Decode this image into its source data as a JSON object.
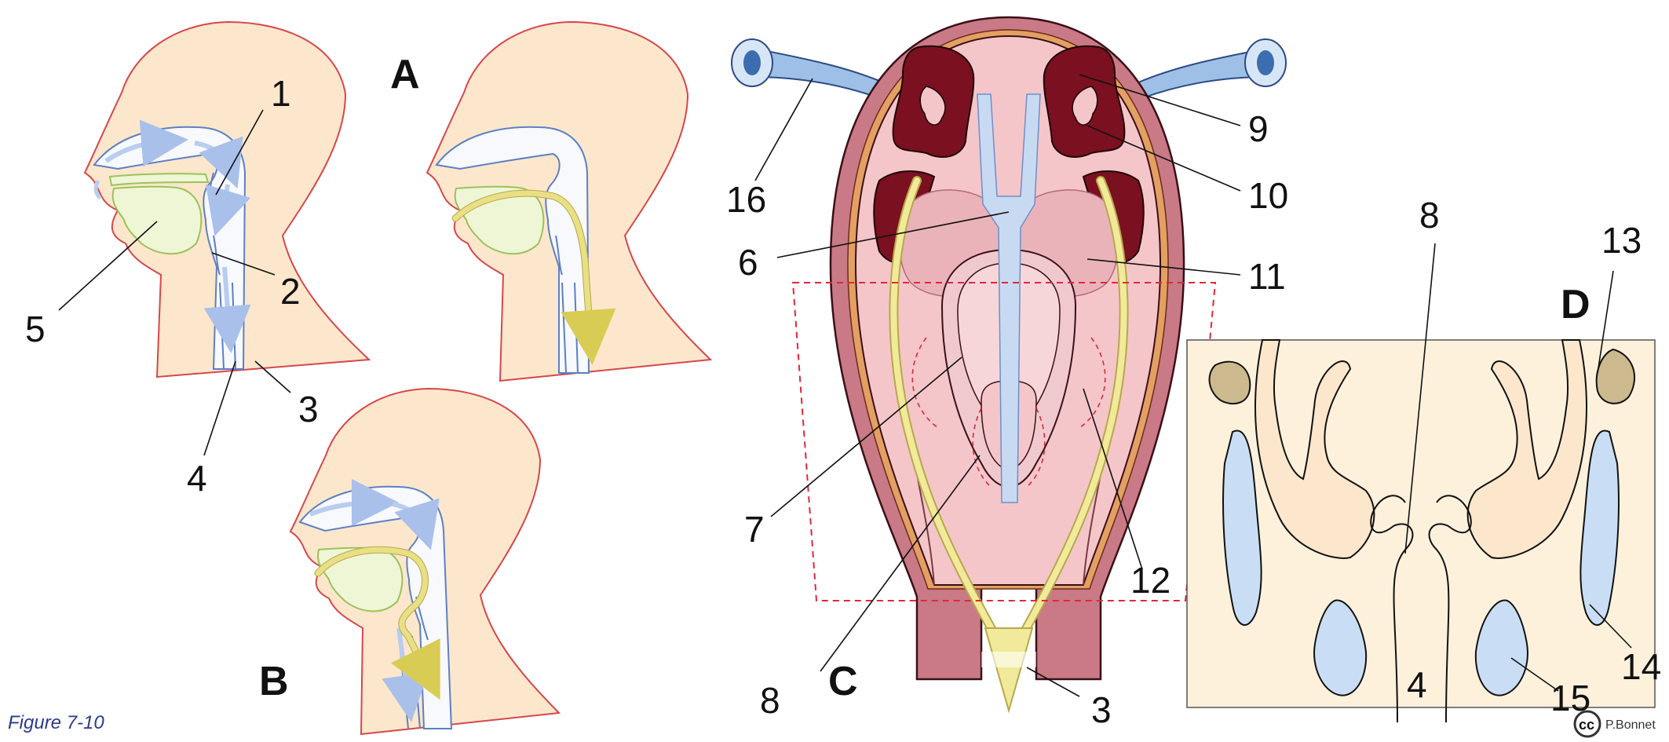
{
  "figure": {
    "caption": "Figure 7-10",
    "author": "P.Bonnet",
    "license_badge": "cc"
  },
  "panels": {
    "A": "A",
    "B": "B",
    "C": "C",
    "D": "D"
  },
  "labels": {
    "l1": "1",
    "l2": "2",
    "l3": "3",
    "l4": "4",
    "l5": "5",
    "l6": "6",
    "l7": "7",
    "l8": "8",
    "l9": "9",
    "l10": "10",
    "l11": "11",
    "l12": "12",
    "l13": "13",
    "l14": "14",
    "l15": "15",
    "l16": "16",
    "d8": "8",
    "c3": "3",
    "d4": "4"
  },
  "colors": {
    "skin": "#fde7cc",
    "skin_outline": "#d6474c",
    "airway_outline": "#5d7fc4",
    "air_arrow": "#b9cdf0",
    "food_path": "#e9df84",
    "tissue_dark": "#7a1020",
    "tissue_pink": "#f2c4c9",
    "wall": "#c97a86",
    "tube_blue": "#7ba6d6",
    "dashed_outline": "#e0283a",
    "panel_d_fill": "#fdf1dc",
    "panel_d_blue": "#c9def4",
    "panel_d_brown": "#cdb98e"
  }
}
